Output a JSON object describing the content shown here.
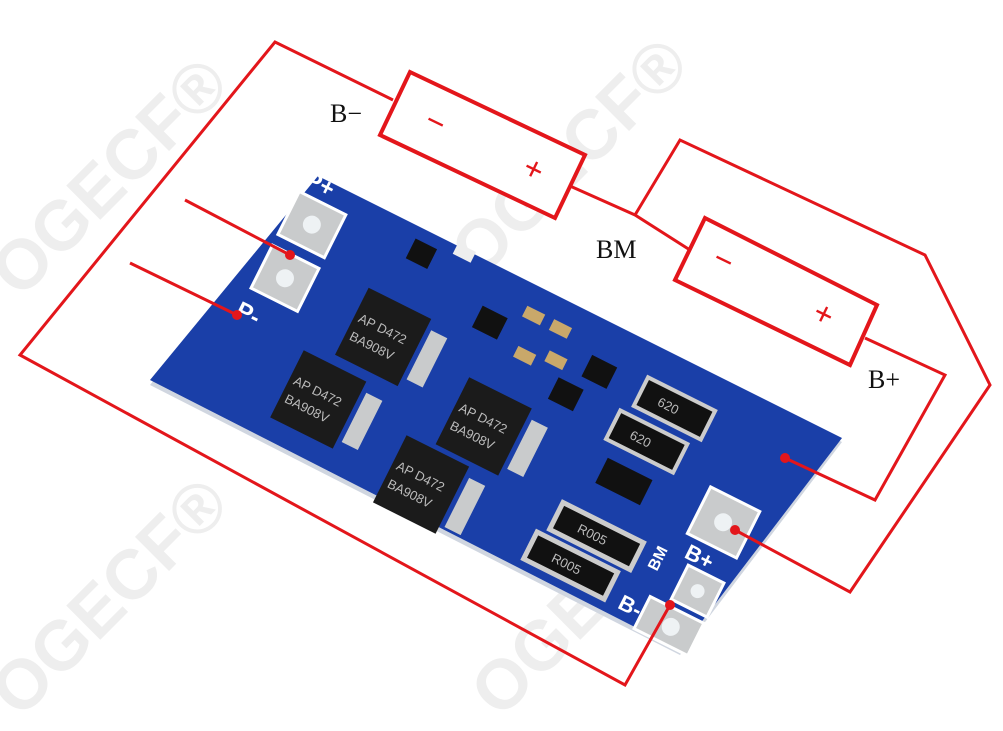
{
  "watermark": "OGECF®",
  "labels": {
    "b_minus": "B−",
    "bm": "BM",
    "b_plus": "B+"
  },
  "batteries": [
    {
      "minus": "−",
      "plus": "+"
    },
    {
      "minus": "−",
      "plus": "+"
    }
  ],
  "board": {
    "pads": {
      "p_plus": "P+",
      "p_minus": "P-",
      "b_plus": "B+",
      "bm": "BM",
      "b_minus": "B-"
    },
    "mosfet_line1": "AP D472",
    "mosfet_line2": "BA908V",
    "resistor_620": "620",
    "resistor_r005": "R005"
  },
  "colors": {
    "wire": "#e3161b",
    "board": "#1a3fa8",
    "pad": "#c9cbcc",
    "chip": "#1b1b1b"
  }
}
